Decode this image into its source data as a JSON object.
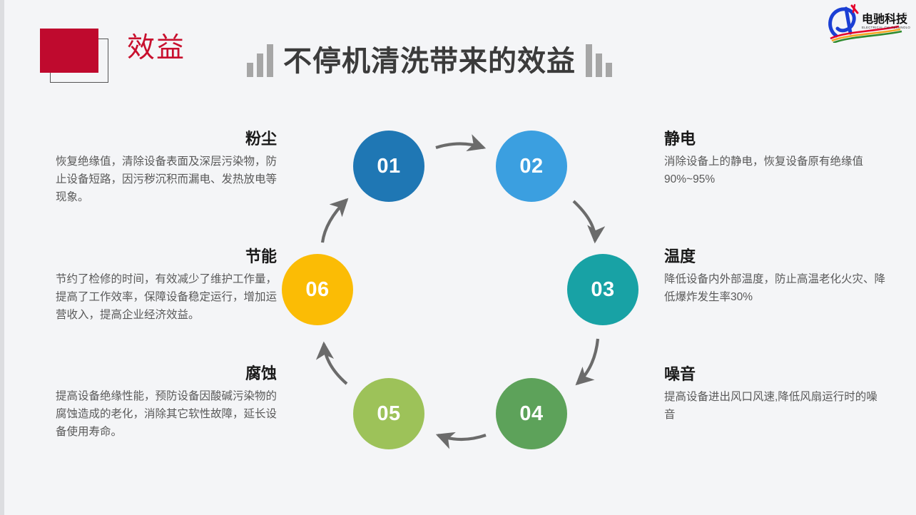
{
  "header": {
    "tag_label": "效益",
    "tag_color": "#bf0a2e",
    "title": "不停机清洗带来的效益",
    "decor_left_icon": "bar-chart-ascending-icon",
    "decor_right_icon": "bar-chart-descending-icon"
  },
  "logo": {
    "name_cn": "电驰科技",
    "name_en": "ELECTRICAL CHI TECHNOLOGY",
    "trademark": "™"
  },
  "diagram": {
    "type": "cycle",
    "nodes": [
      {
        "number": "01",
        "color": "#1f77b4",
        "side": "left",
        "heading": "粉尘",
        "body": "恢复绝缘值，清除设备表面及深层污染物，防止设备短路，因污秽沉积而漏电、发热放电等现象。"
      },
      {
        "number": "02",
        "color": "#3b9fe0",
        "side": "right",
        "heading": "静电",
        "body": "消除设备上的静电，恢复设备原有绝缘值90%~95%"
      },
      {
        "number": "03",
        "color": "#18a2a5",
        "side": "right",
        "heading": "温度",
        "body": "降低设备内外部温度，防止高温老化火灾、降低爆炸发生率30%"
      },
      {
        "number": "04",
        "color": "#5da25a",
        "side": "right",
        "heading": "噪音",
        "body": "提高设备进出风口风速,降低风扇运行时的噪音"
      },
      {
        "number": "05",
        "color": "#9dc259",
        "side": "left",
        "heading": "腐蚀",
        "body": "提高设备绝缘性能，预防设备因酸碱污染物的腐蚀造成的老化，消除其它软性故障，延长设备使用寿命。"
      },
      {
        "number": "06",
        "color": "#fbbc05",
        "side": "left",
        "heading": "节能",
        "body": "节约了检修的时间，有效减少了维护工作量，提高了工作效率，保障设备稳定运行，增加运营收入，提高企业经济效益。"
      }
    ],
    "arrow_color": "#6b6b6b"
  },
  "colors": {
    "background": "#f4f5f7",
    "title": "#3b3b3b",
    "heading": "#1a1a1a",
    "body": "#595959",
    "accent_red": "#c8102e"
  }
}
